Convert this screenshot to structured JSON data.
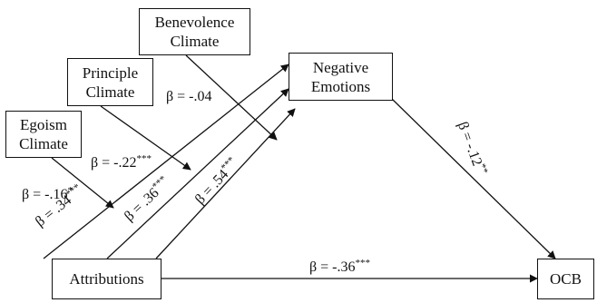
{
  "diagram": {
    "nodes": {
      "benevolence": {
        "line1": "Benevolence",
        "line2": "Climate"
      },
      "principle": {
        "line1": "Principle",
        "line2": "Climate"
      },
      "egoism": {
        "line1": "Egoism",
        "line2": "Climate"
      },
      "negative": {
        "line1": "Negative",
        "line2": "Emotions"
      },
      "attributions": {
        "line1": "Attributions"
      },
      "ocb": {
        "line1": "OCB"
      }
    },
    "paths": {
      "benevolence_moderation": {
        "value": "β = -.04",
        "sig": ""
      },
      "principle_moderation": {
        "value": "β = -.22",
        "sig": "***"
      },
      "egoism_moderation": {
        "value": "β = -.16",
        "sig": "*"
      },
      "attr_neg_egoism": {
        "value": "β = .34",
        "sig": "***"
      },
      "attr_neg_principle": {
        "value": "β = .36",
        "sig": "***"
      },
      "attr_neg_benevolence": {
        "value": "β = .54",
        "sig": "***"
      },
      "neg_ocb": {
        "value": "β = -.12",
        "sig": "**"
      },
      "attr_ocb": {
        "value": "β = -.36",
        "sig": "***"
      }
    }
  }
}
